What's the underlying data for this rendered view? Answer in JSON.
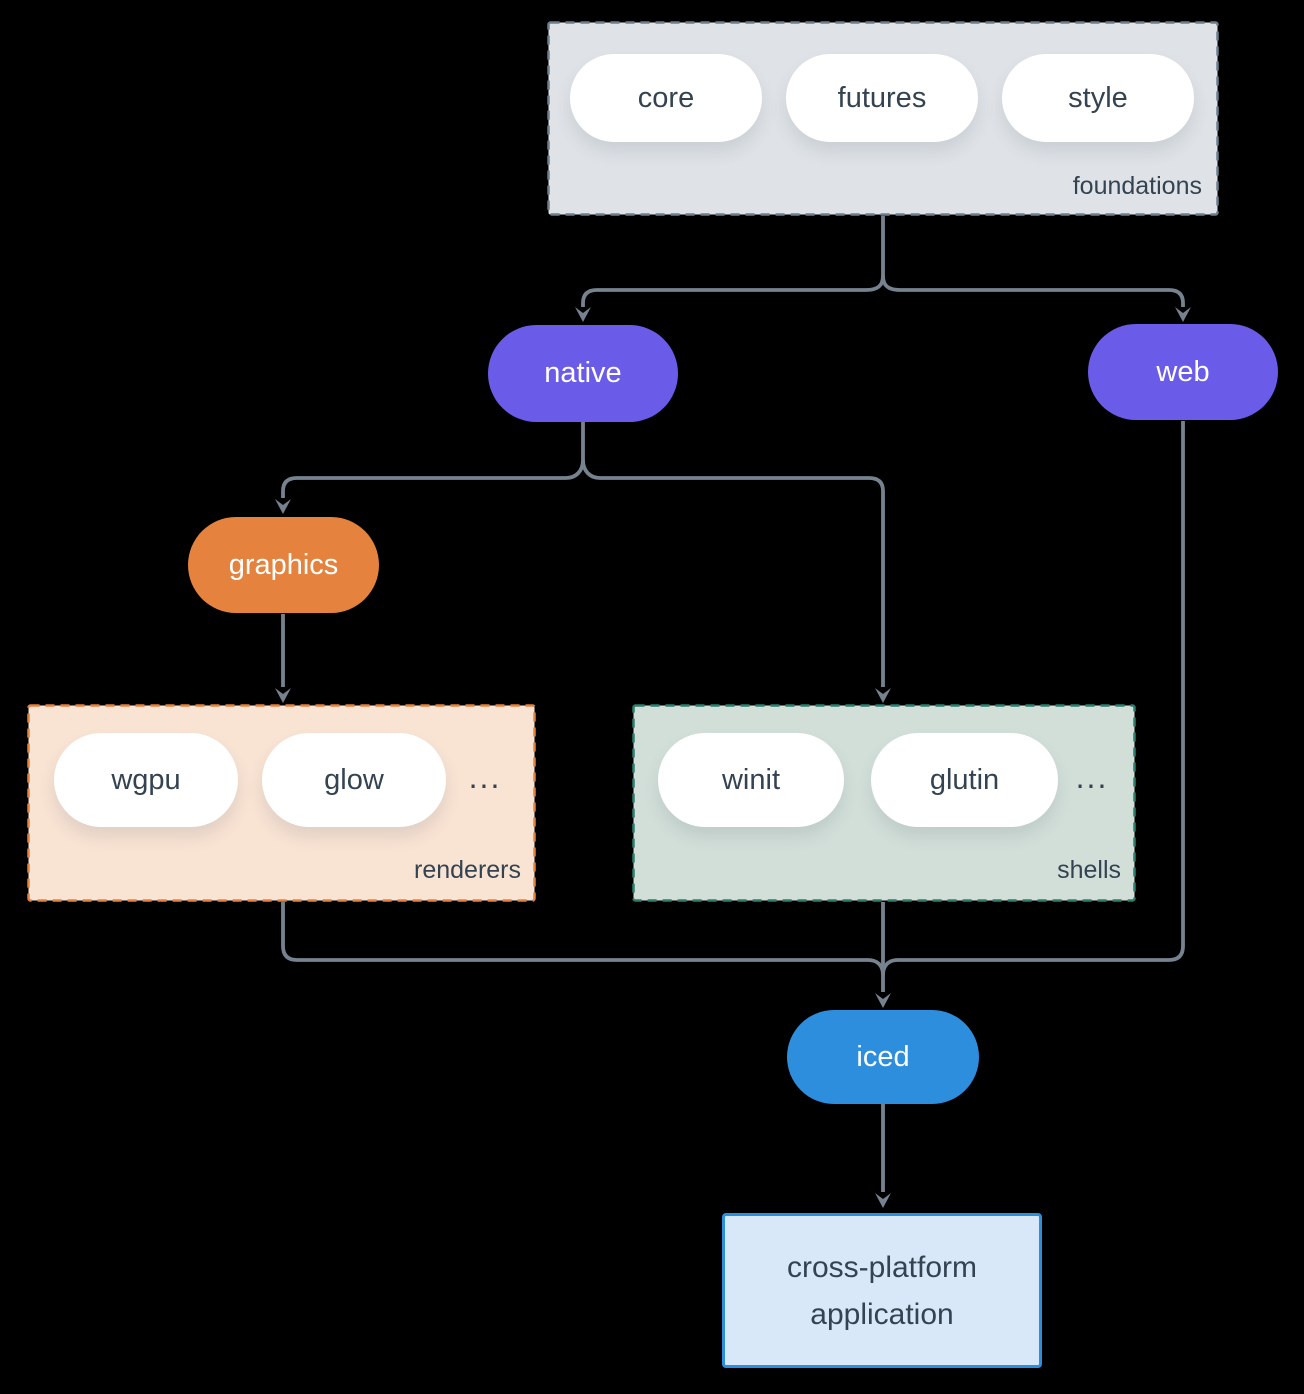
{
  "foundations": {
    "label": "foundations",
    "items": [
      "core",
      "futures",
      "style"
    ]
  },
  "nodes": {
    "native": "native",
    "web": "web",
    "graphics": "graphics",
    "iced": "iced"
  },
  "renderers": {
    "label": "renderers",
    "items": [
      "wgpu",
      "glow"
    ],
    "more": "..."
  },
  "shells": {
    "label": "shells",
    "items": [
      "winit",
      "glutin"
    ],
    "more": "..."
  },
  "application": {
    "line1": "cross-platform",
    "line2": "application"
  },
  "colors": {
    "background": "#000000",
    "connector": "#76828f",
    "text_dark": "#344351",
    "pill_white": "#ffffff",
    "purple_node": "#6a5ce8",
    "orange_node": "#e5823d",
    "blue_node": "#2e8ede",
    "foundations_bg": "#dfe3e7",
    "foundations_border": "#6d7e8c",
    "renderers_bg": "#f9e3d3",
    "renderers_border": "#e5823d",
    "shells_bg": "#d2dfd9",
    "shells_border": "#2e7d6d",
    "application_bg": "#d9e8f8",
    "application_border": "#2e8ede"
  }
}
